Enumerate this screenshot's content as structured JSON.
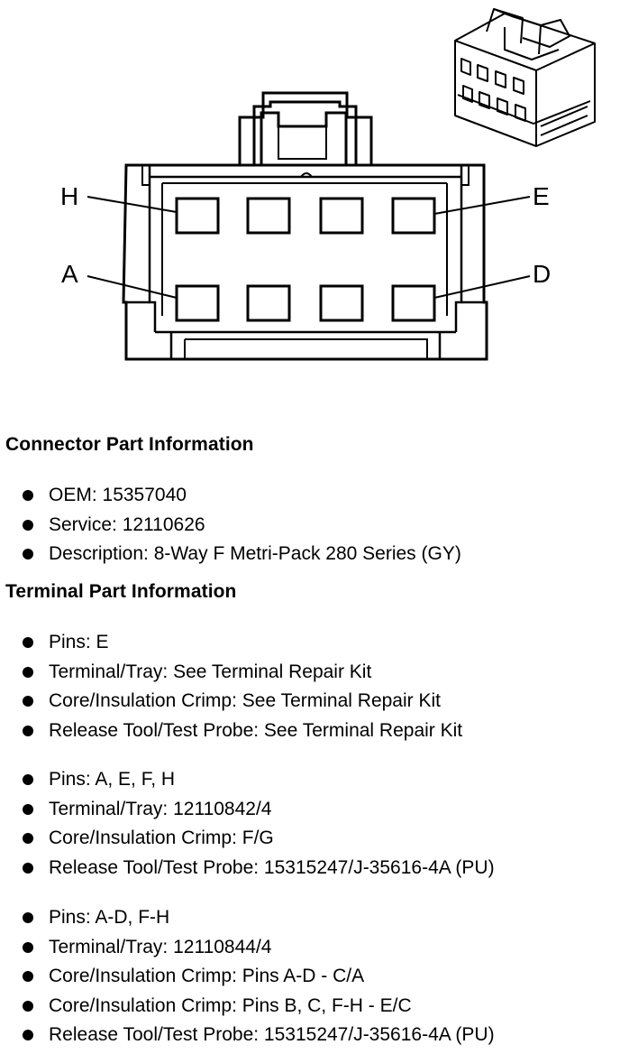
{
  "diagram": {
    "pin_labels": {
      "h": "H",
      "e": "E",
      "a": "A",
      "d": "D"
    }
  },
  "connector": {
    "title": "Connector Part Information",
    "items": [
      {
        "key": "OEM",
        "value": "15357040"
      },
      {
        "key": "Service",
        "value": "12110626"
      },
      {
        "key": "Description",
        "value": "8-Way F Metri-Pack 280 Series (GY)"
      }
    ]
  },
  "terminal": {
    "title": "Terminal Part Information",
    "groups": [
      [
        {
          "key": "Pins",
          "value": "E"
        },
        {
          "key": "Terminal/Tray",
          "value": "See Terminal Repair Kit"
        },
        {
          "key": "Core/Insulation Crimp",
          "value": "See Terminal Repair Kit"
        },
        {
          "key": "Release Tool/Test Probe",
          "value": "See Terminal Repair Kit"
        }
      ],
      [
        {
          "key": "Pins",
          "value": "A, E, F, H"
        },
        {
          "key": "Terminal/Tray",
          "value": "12110842/4"
        },
        {
          "key": "Core/Insulation Crimp",
          "value": "F/G"
        },
        {
          "key": "Release Tool/Test Probe",
          "value": "15315247/J-35616-4A (PU)"
        }
      ],
      [
        {
          "key": "Pins",
          "value": "A-D, F-H"
        },
        {
          "key": "Terminal/Tray",
          "value": "12110844/4"
        },
        {
          "key": "Core/Insulation Crimp",
          "value": "Pins A-D - C/A"
        },
        {
          "key": "Core/Insulation Crimp",
          "value": "Pins B, C, F-H - E/C"
        },
        {
          "key": "Release Tool/Test Probe",
          "value": "15315247/J-35616-4A (PU)"
        }
      ]
    ]
  }
}
